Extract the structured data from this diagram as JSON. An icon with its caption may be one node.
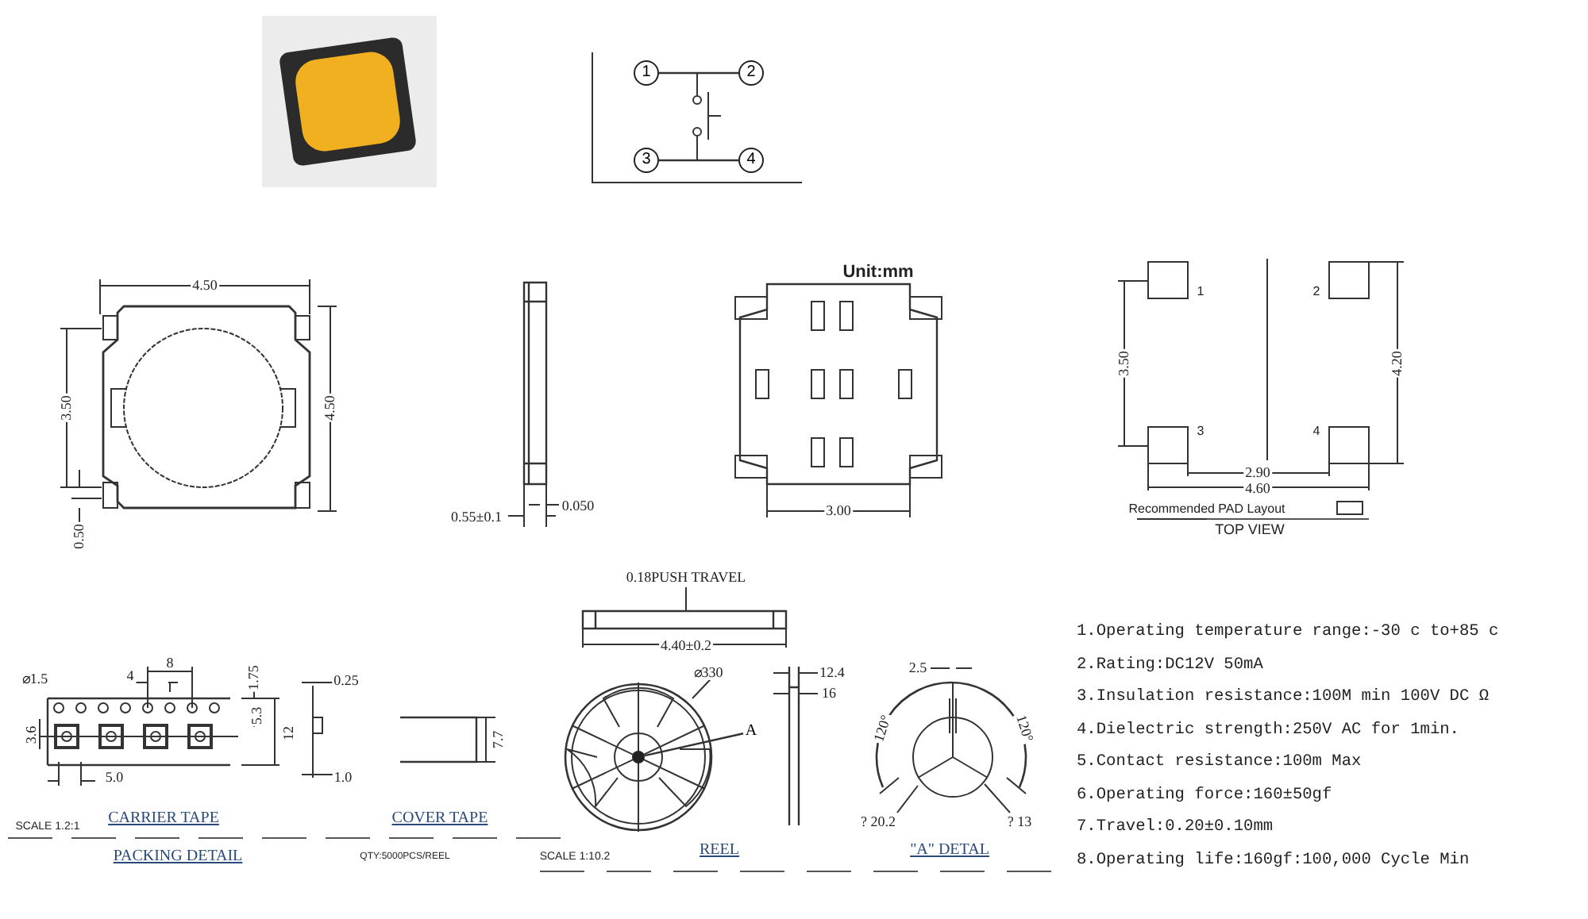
{
  "diagram": {
    "nodes": [
      {
        "text": [
          "1"
        ]
      },
      {
        "text": [
          "2"
        ]
      },
      {
        "text": [
          "3"
        ]
      },
      {
        "text": [
          "4"
        ]
      },
      {
        "text": [
          "A"
        ]
      },
      {
        "text": [],
        "shape": "circle"
      }
    ],
    "edges": [
      {
        "from": 0,
        "to": 1,
        "arrow": "none"
      },
      {
        "from": 2,
        "to": 3,
        "arrow": "none"
      },
      {
        "from": 4,
        "to": 5,
        "arrow": "none"
      }
    ],
    "labels": [
      "Unit:mm",
      "4.50",
      "3.50",
      "4.50",
      "0.50",
      "0.55±0.1",
      "0.050",
      "3.00",
      "1",
      "2",
      "3.50",
      "4.20",
      "3",
      "4",
      "2.90",
      "4.60",
      "Recommended PAD Layout",
      "TOP VIEW",
      "0.18PUSH TRAVEL",
      "⌀1.5",
      "4",
      "8",
      "1.75",
      "12.4",
      "2.5",
      "0.25",
      "4.40±0.2",
      "⌀330",
      "16",
      "5.3",
      "12",
      "3.6",
      "7.7",
      "120°",
      "120°",
      "5.0",
      "1.0",
      "SCALE 1.2:1",
      "CARRIER TAPE",
      "COVER TAPE",
      "? 20.2",
      "? 13",
      "PACKING DETAIL",
      "QTY:5000PCS/REEL",
      "SCALE 1:10.2",
      "REEL",
      "\"A\" DETAL",
      "1.Operating temperature range:-30 c to+85 c",
      "2.Rating:DC12V 50mA",
      "3.Insulation resistance:100M min 100V DC Ω",
      "4.Dielectric strength:250V AC for 1min.",
      "5.Contact resistance:100m Max",
      "6.Operating force:160±50gf",
      "7.Travel:0.20±0.10mm",
      "8.Operating life:160gf:100,000 Cycle Min"
    ]
  }
}
